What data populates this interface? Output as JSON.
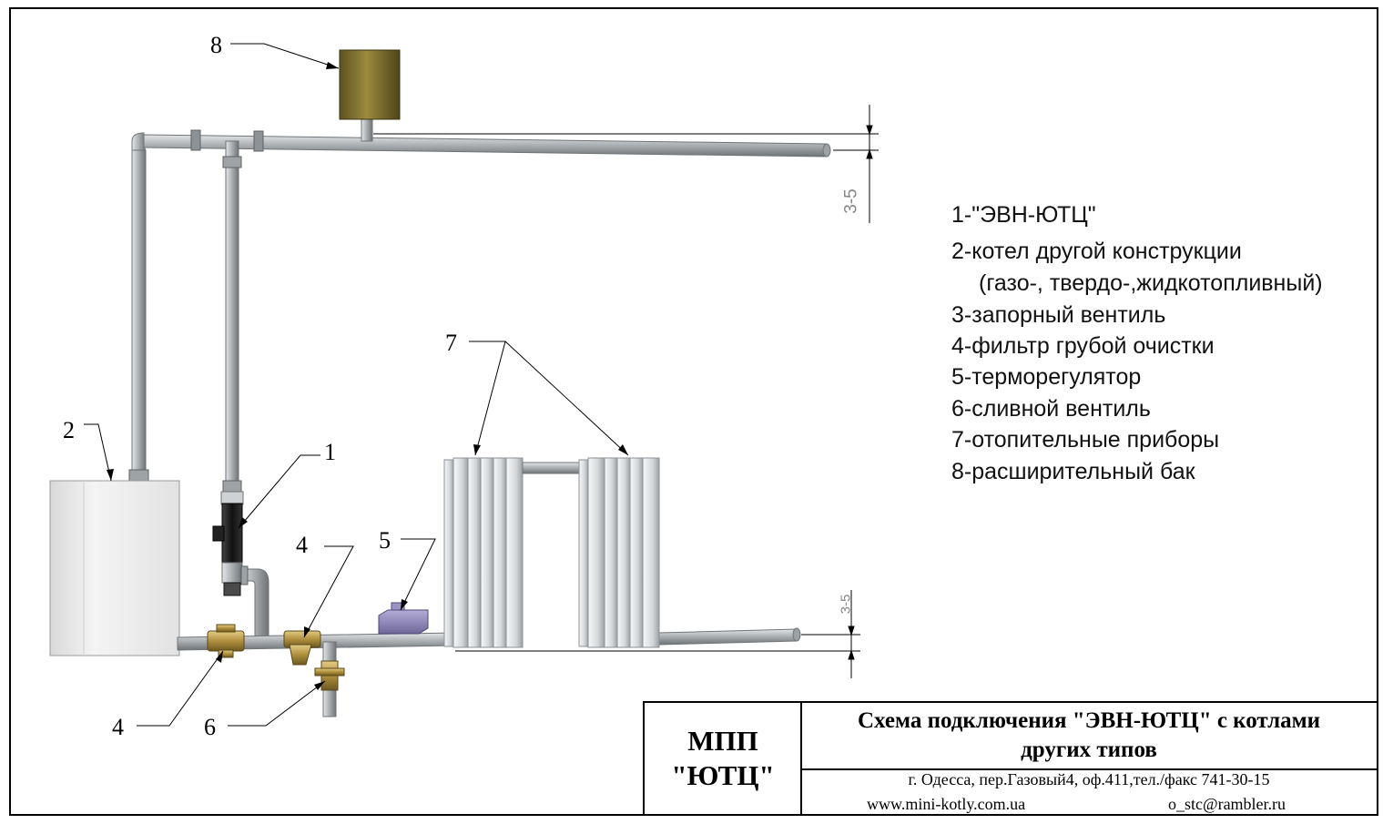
{
  "callouts": {
    "n1": "1",
    "n2": "2",
    "n3_dim_top": "3-5",
    "n3_dim_bottom": "3-5",
    "n4_top": "4",
    "n4_bottom": "4",
    "n5": "5",
    "n6": "6",
    "n7": "7",
    "n8": "8"
  },
  "legend": [
    "1-\"ЭВН-ЮТЦ\"",
    "2-котел другой конструкции",
    "(газо-, твердо-,жидкотопливный)",
    "3-запорный вентиль",
    "4-фильтр грубой очистки",
    "5-терморегулятор",
    "6-сливной вентиль",
    "7-отопительные приборы",
    "8-расширительный бак"
  ],
  "title_block": {
    "company_line1": "МПП",
    "company_line2": "\"ЮТЦ\"",
    "title_line1": "Схема подключения \"ЭВН-ЮТЦ\" с котлами",
    "title_line2": "других типов",
    "address": "г. Одесса, пер.Газовый4, оф.411,тел./факс 741-30-15",
    "website": "www.mini-kotly.com.ua",
    "email": "o_stc@rambler.ru"
  },
  "colors": {
    "pipe": "#b9bdbf",
    "pipe_edge": "#6f7477",
    "boiler": "#eeeeee",
    "radiator": "#e6e8ea",
    "tank": "#8a7a34",
    "valve": "#b89a48",
    "heater_body": "#1a1a1a",
    "thermostat": "#8f86b8"
  }
}
